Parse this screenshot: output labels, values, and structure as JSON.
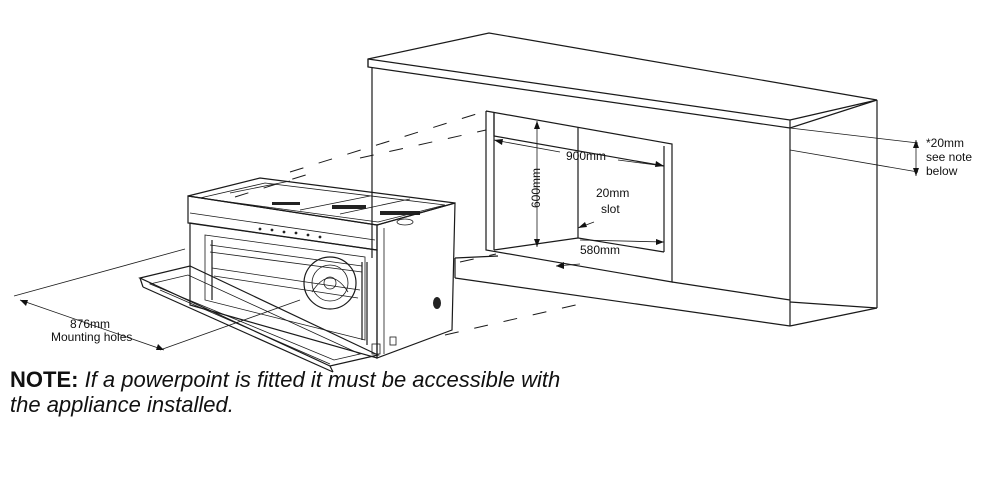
{
  "labels": {
    "width_cavity": "900mm",
    "height_cavity": "600mm",
    "slot_size": "20mm",
    "slot_word": "slot",
    "depth_cavity": "580mm",
    "side_note_1": "*20mm",
    "side_note_2": "see note",
    "side_note_3": "below",
    "mounting_value": "876mm",
    "mounting_label": "Mounting holes"
  },
  "note": {
    "lead": "NOTE:",
    "body": "If a powerpoint is fitted it must be accessible with the appliance installed."
  }
}
